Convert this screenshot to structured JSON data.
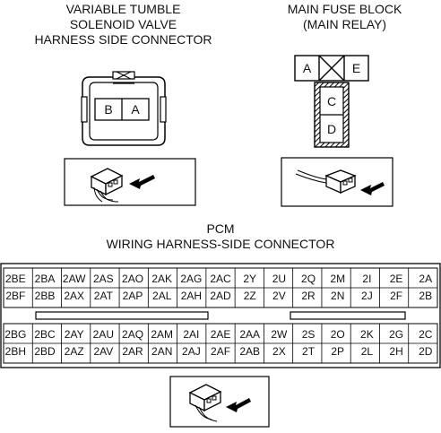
{
  "valve_connector": {
    "title_lines": [
      "VARIABLE TUMBLE",
      "SOLENOID VALVE",
      "HARNESS SIDE CONNECTOR"
    ],
    "pins": [
      "B",
      "A"
    ]
  },
  "fuse_block": {
    "title_lines": [
      "MAIN FUSE BLOCK",
      "(MAIN RELAY)"
    ],
    "terminals": [
      "A",
      "E",
      "C",
      "D"
    ]
  },
  "pcm_connector": {
    "title_lines": [
      "PCM",
      "WIRING HARNESS-SIDE CONNECTOR"
    ],
    "top_rows": [
      [
        "2BE",
        "2BA",
        "2AW",
        "2AS",
        "2AO",
        "2AK",
        "2AG",
        "2AC",
        "2Y",
        "2U",
        "2Q",
        "2M",
        "2I",
        "2E",
        "2A"
      ],
      [
        "2BF",
        "2BB",
        "2AX",
        "2AT",
        "2AP",
        "2AL",
        "2AH",
        "2AD",
        "2Z",
        "2V",
        "2R",
        "2N",
        "2J",
        "2F",
        "2B"
      ]
    ],
    "bottom_rows": [
      [
        "2BG",
        "2BC",
        "2AY",
        "2AU",
        "2AQ",
        "2AM",
        "2AI",
        "2AE",
        "2AA",
        "2W",
        "2S",
        "2O",
        "2K",
        "2G",
        "2C"
      ],
      [
        "2BH",
        "2BD",
        "2AZ",
        "2AV",
        "2AR",
        "2AN",
        "2AJ",
        "2AF",
        "2AB",
        "2X",
        "2T",
        "2P",
        "2L",
        "2H",
        "2D"
      ]
    ]
  },
  "icons": {
    "connector_probe": "connector-probe-icon"
  }
}
